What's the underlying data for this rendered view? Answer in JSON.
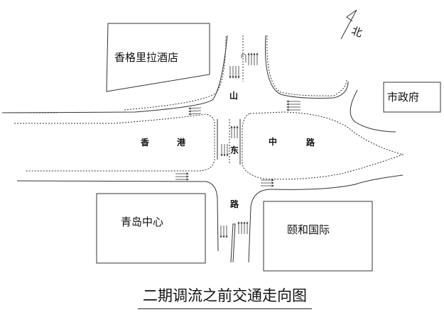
{
  "title": "二期调流之前交通走向图",
  "compass": {
    "label": "北"
  },
  "buildings": {
    "shangrila": "香格里拉酒店",
    "city_hall": "市政府",
    "qingdao_center": "青岛中心",
    "yihe": "颐和国际"
  },
  "roads": {
    "shandong_1": "山",
    "shandong_2": "东",
    "shandong_3": "路",
    "hongkong_1": "香",
    "hongkong_2": "港",
    "hongkong_3": "中",
    "hongkong_4": "路"
  },
  "colors": {
    "line": "#333333"
  }
}
